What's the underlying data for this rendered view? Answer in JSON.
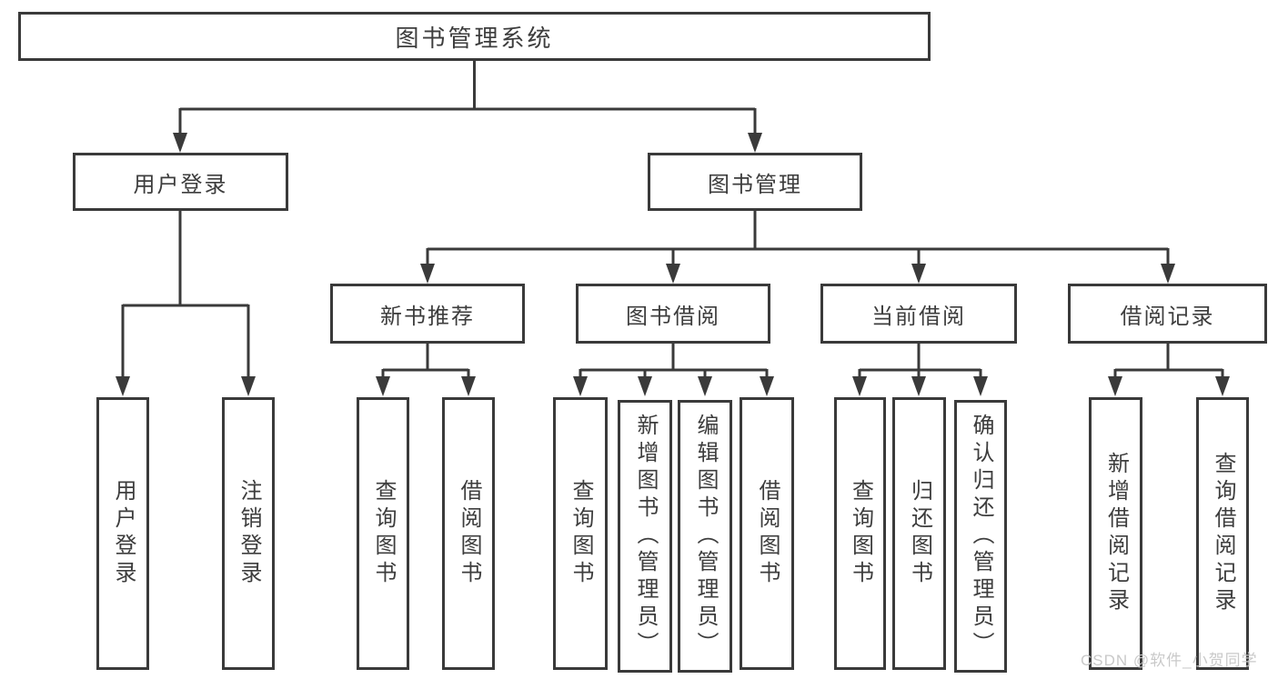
{
  "colors": {
    "line": "#3a3a3a",
    "text": "#3d3d3d",
    "background": "#ffffff",
    "watermark_text": "#c9c9c9"
  },
  "watermark": {
    "label": "CSDN @软件_小贺同学"
  },
  "tree": {
    "label": "图书管理系统",
    "children": [
      {
        "label": "用户登录",
        "children": [
          {
            "label": "用户登录"
          },
          {
            "label": "注销登录"
          }
        ]
      },
      {
        "label": "图书管理",
        "children": [
          {
            "label": "新书推荐",
            "children": [
              {
                "label": "查询图书"
              },
              {
                "label": "借阅图书"
              }
            ]
          },
          {
            "label": "图书借阅",
            "children": [
              {
                "label": "查询图书"
              },
              {
                "label": "新增图书（管理员）"
              },
              {
                "label": "编辑图书（管理员）"
              },
              {
                "label": "借阅图书"
              }
            ]
          },
          {
            "label": "当前借阅",
            "children": [
              {
                "label": "查询图书"
              },
              {
                "label": "归还图书"
              },
              {
                "label": "确认归还（管理员）"
              }
            ]
          },
          {
            "label": "借阅记录",
            "children": [
              {
                "label": "新增借阅记录"
              },
              {
                "label": "查询借阅记录"
              }
            ]
          }
        ]
      }
    ]
  }
}
